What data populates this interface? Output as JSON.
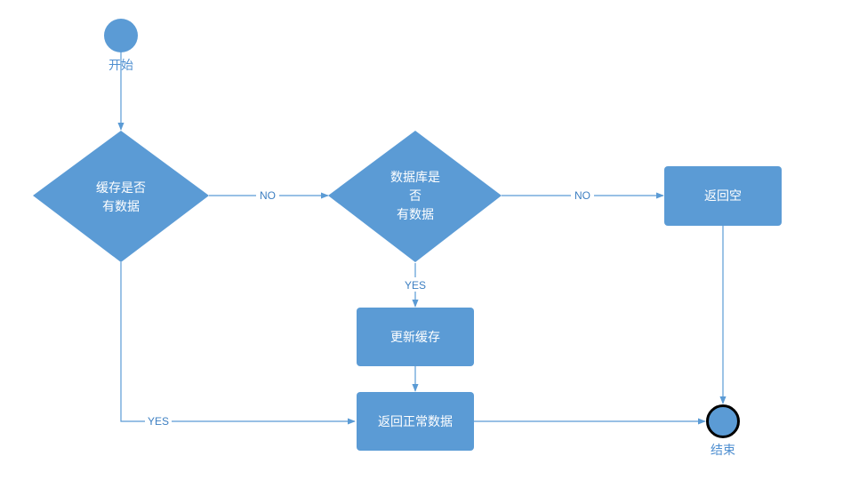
{
  "colors": {
    "node_fill": "#5b9bd5",
    "node_text": "#ffffff",
    "line": "#5b9bd5",
    "label_text": "#3d7fc2",
    "outside_text": "#4d8ed0",
    "end_ring": "#000000"
  },
  "nodes": {
    "start": {
      "label": "开始"
    },
    "cache_check": {
      "line1": "缓存是否",
      "line2": "有数据"
    },
    "db_check": {
      "line1": "数据库是",
      "line2": "否",
      "line3": "有数据"
    },
    "return_empty": {
      "label": "返回空"
    },
    "update_cache": {
      "label": "更新缓存"
    },
    "return_data": {
      "label": "返回正常数据"
    },
    "end": {
      "label": "结束"
    }
  },
  "edges": {
    "cache_to_db_label": "NO",
    "db_to_empty_label": "NO",
    "db_to_update_label": "YES",
    "cache_to_return_label": "YES"
  }
}
